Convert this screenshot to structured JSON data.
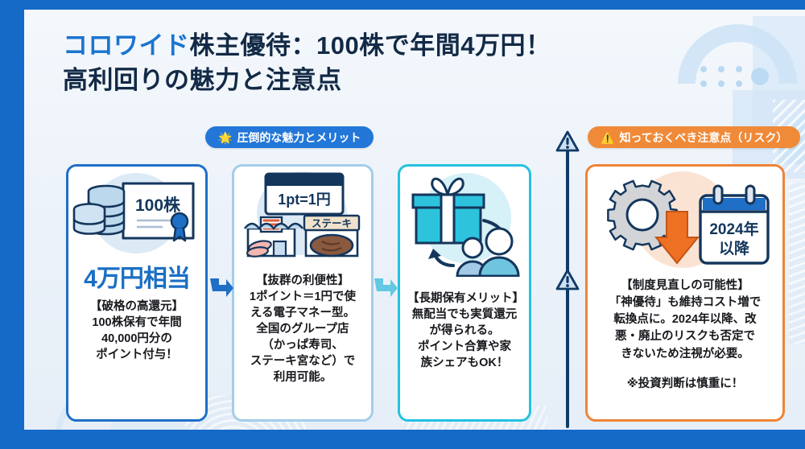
{
  "header": {
    "title_line1_brand": "コロワイド",
    "title_line1_rest": "株主優待：100株で年間4万円！",
    "title_line2": "高利回りの魅力と注意点"
  },
  "sections": {
    "merit_pill": {
      "icon": "star-icon",
      "label": "圧倒的な魅力とメリット",
      "color": "#2277d8"
    },
    "risk_pill": {
      "icon": "warning-icon",
      "label": "知っておくべき注意点（リスク）",
      "color": "#f08a38"
    }
  },
  "cards": [
    {
      "id": "card-shares",
      "border_color": "#1f6fc6",
      "icon": "coins-and-certificate-icon",
      "certificate_label": "100株",
      "amount": "4万円相当",
      "heading": "【破格の高還元】",
      "body": "100株保有で年間\n40,000円分の\nポイント付与！"
    },
    {
      "id": "card-convenience",
      "border_color": "#a4cde9",
      "icon": "prepaid-card-and-shops-icon",
      "card_label": "1pt=1円",
      "shop_label": "ステーキ",
      "heading": "【抜群の利便性】",
      "body": "1ポイント＝1円で使\nえる電子マネー型。\n全国のグループ店\n（かっぱ寿司、\nステーキ宮など）で\n利用可能。"
    },
    {
      "id": "card-longterm",
      "border_color": "#24c2e0",
      "icon": "gift-and-family-share-icon",
      "heading": "【長期保有メリット】",
      "body": "無配当でも実質還元\nが得られる。\nポイント合算や家\n族シェアもOK！"
    },
    {
      "id": "card-risk",
      "border_color": "#ef8436",
      "icon": "gear-down-arrow-calendar-icon",
      "calendar_line1": "2024年",
      "calendar_line2": "以降",
      "heading": "【制度見直しの可能性】",
      "body": "「神優待」も維持コスト増で\n転換点に。2024年以降、改\n悪・廃止のリスクも否定で\nきないため注視が必要。",
      "note": "※投資判断は慎重に！"
    }
  ],
  "flow": {
    "arrow_1": "arrow-right-icon",
    "arrow_2": "arrow-right-icon"
  },
  "divider": {
    "warning_top": "warning-triangle-icon",
    "warning_mid": "warning-triangle-icon"
  },
  "colors": {
    "frame": "#1569c7",
    "canvas": "#eef4fa",
    "brand_blue": "#1a74cf",
    "title_navy": "#132a46",
    "accent_cyan": "#24c2e0",
    "accent_orange": "#ef8436"
  }
}
